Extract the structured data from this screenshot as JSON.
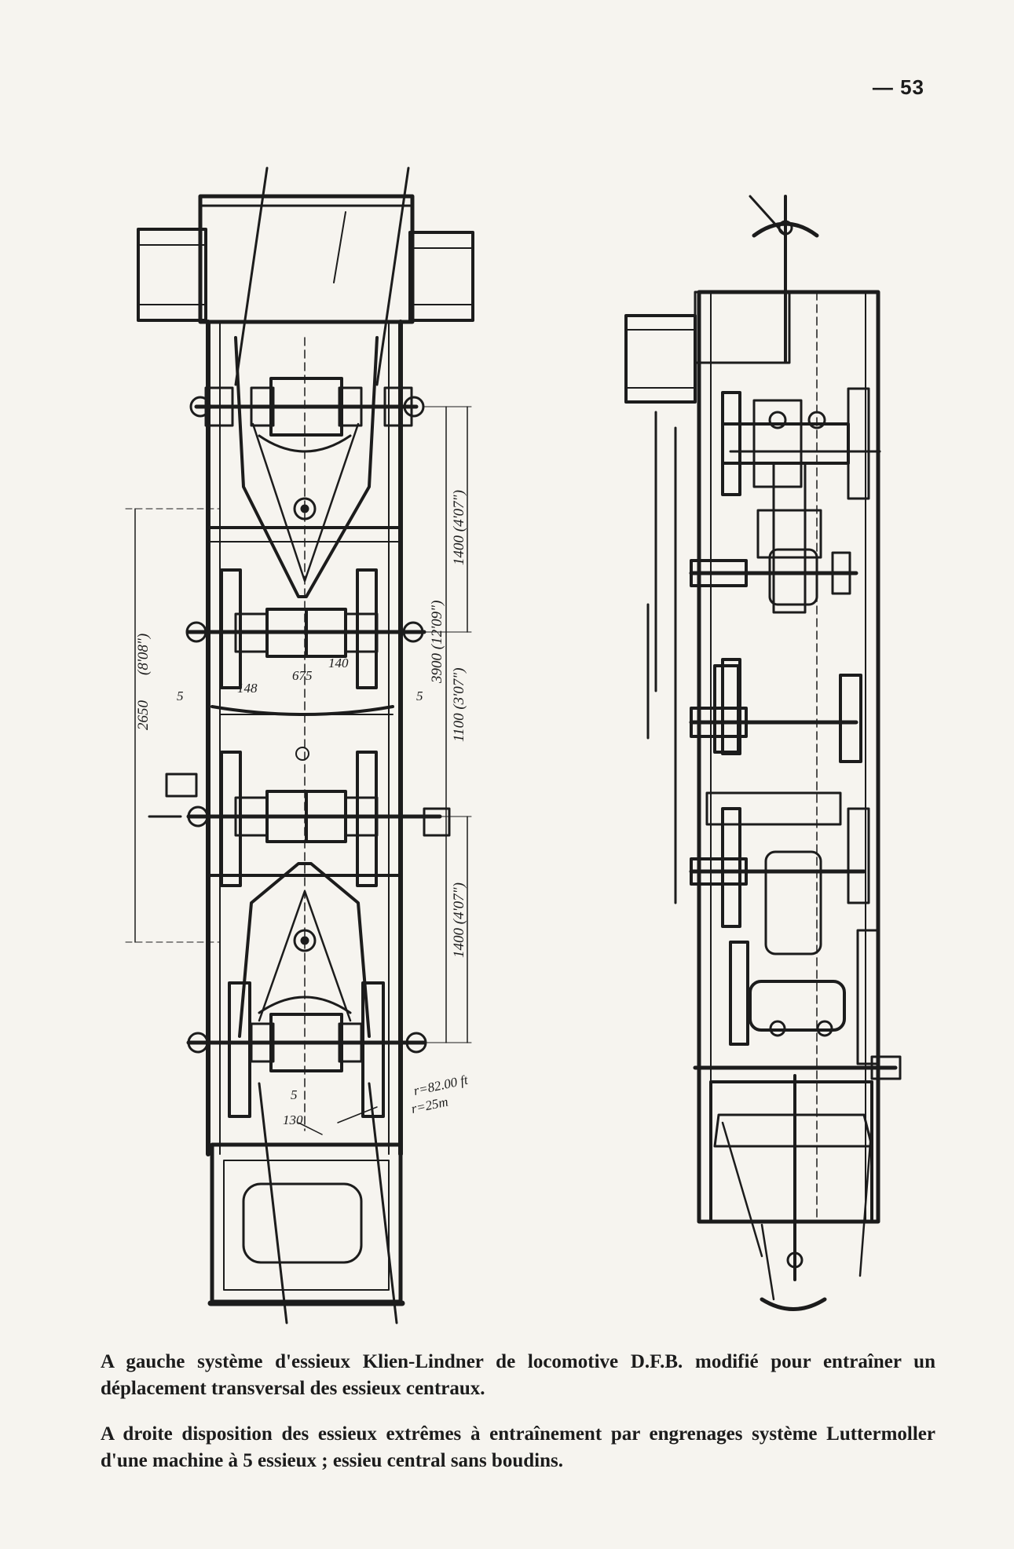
{
  "page": {
    "number": "— 53"
  },
  "figure_labels": {
    "dim_2650": "2650",
    "dim_2650_imp": "(8'08\")",
    "dim_1400_top": "1400 (4'07\")",
    "dim_3900": "3900 (12'09\")",
    "dim_1100": "1100 (3'07\")",
    "dim_1400_bottom": "1400 (4'07\")",
    "dim_675": "675",
    "dim_140": "140",
    "dim_148": "148",
    "dim_5_left": "5",
    "dim_5_right": "5",
    "dim_r25": "r=25m",
    "dim_r82": "r=82.00 ft",
    "dim_130": "130",
    "dim_5_bottom": "5"
  },
  "caption": {
    "left": "A gauche système d'essieux Klien-Lindner de locomotive D.F.B. modifié pour entraîner un déplacement transversal des essieux centraux.",
    "right": "A droite disposition des essieux extrêmes à entraînement par engrenages système Luttermoller d'une machine à 5 essieux ; essieu central sans boudins."
  },
  "colors": {
    "paper": "#f6f4ef",
    "ink": "#1c1c1c"
  }
}
